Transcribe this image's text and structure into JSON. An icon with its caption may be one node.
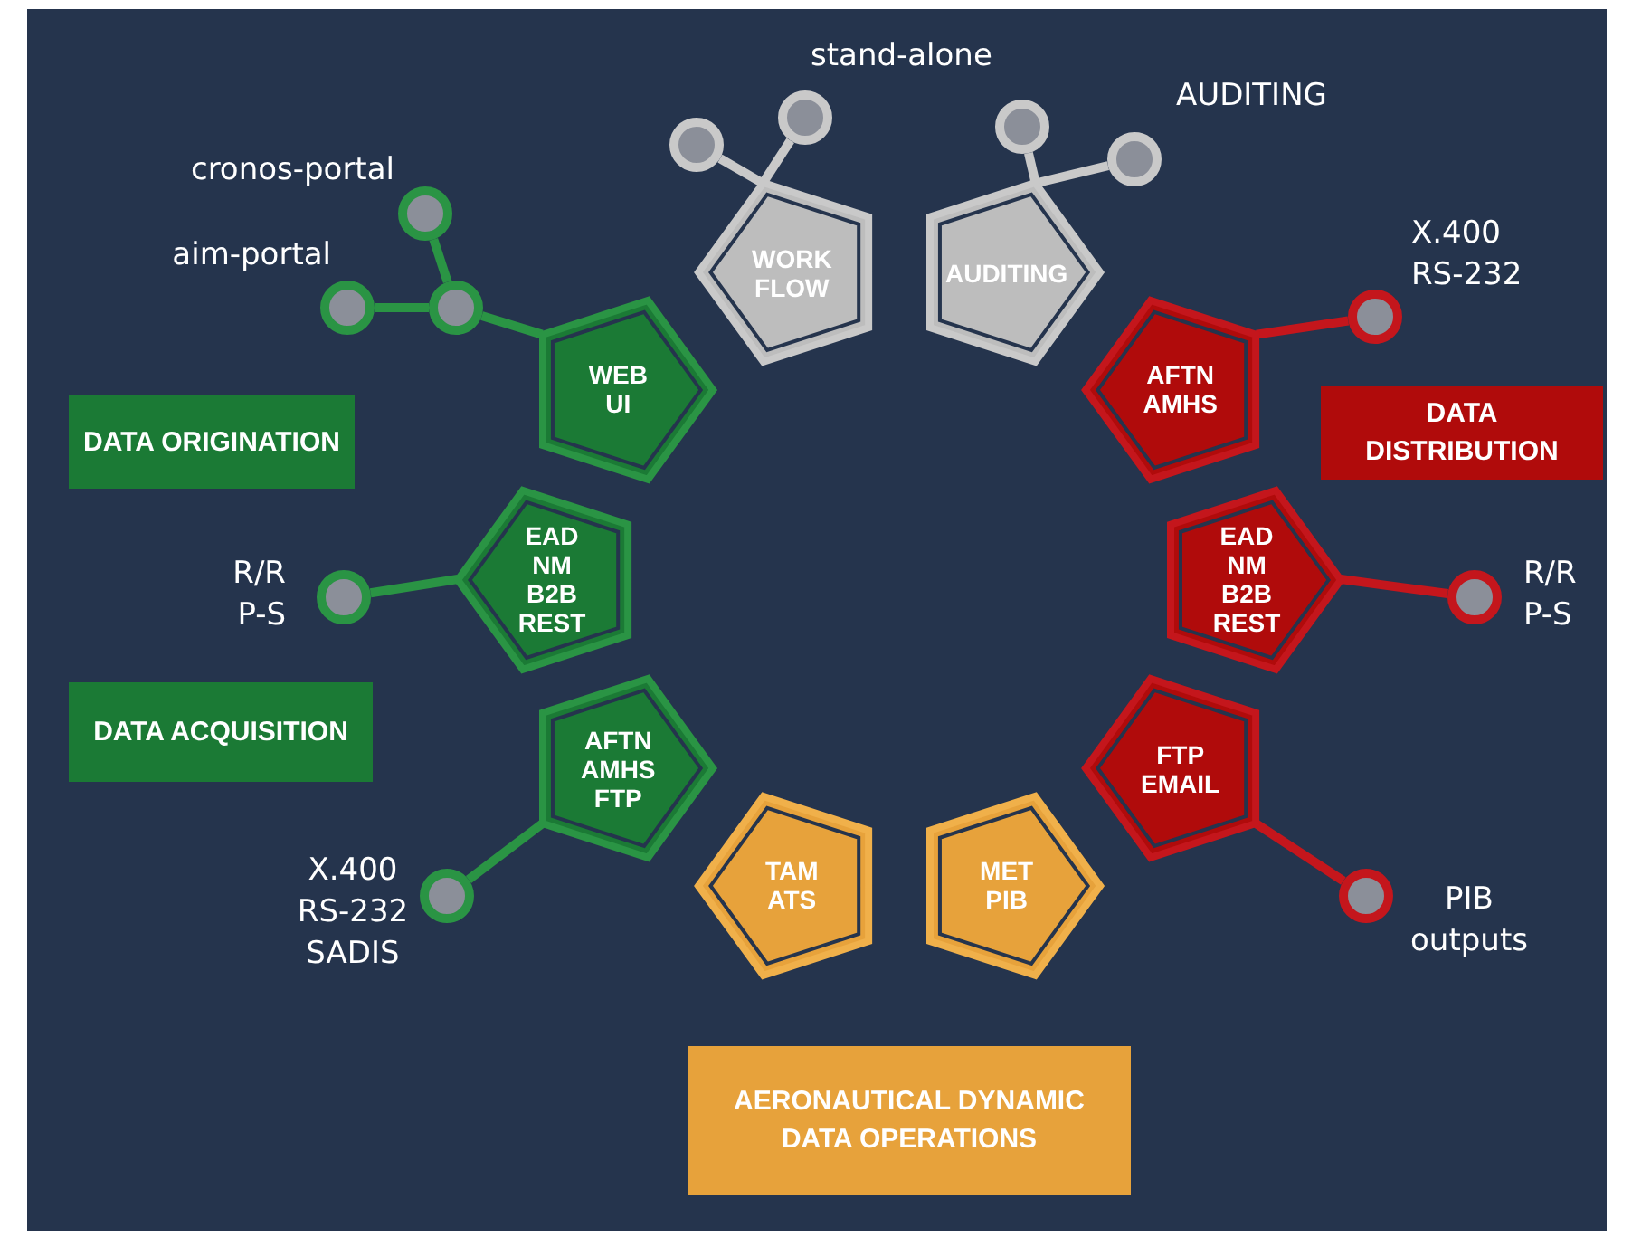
{
  "diagram": {
    "nodes": [
      {
        "text": [],
        "shape": "circle"
      },
      {
        "text": [],
        "shape": "circle"
      },
      {
        "text": [],
        "shape": "circle"
      },
      {
        "text": [],
        "shape": "circle",
        "beside": [
          "AUDITING"
        ]
      },
      {
        "text": [],
        "shape": "circle",
        "beside": [
          "cronos-portal"
        ]
      },
      {
        "text": [],
        "shape": "circle",
        "beside": [
          "aim-portal"
        ]
      },
      {
        "text": [],
        "shape": "circle"
      },
      {
        "text": [
          "WORK FLOW"
        ]
      },
      {
        "text": [
          "AUDITING"
        ]
      },
      {
        "text": [],
        "shape": "circle",
        "beside": [
          "X.400 RS-232"
        ]
      },
      {
        "text": [
          "WEB UI"
        ]
      },
      {
        "text": [
          "AFTN AMHS"
        ]
      },
      {
        "text": [
          "DATA ORIGINATION"
        ]
      },
      {
        "text": [
          "DATA DISTRIBUTION"
        ]
      },
      {
        "text": [],
        "shape": "circle",
        "beside": [
          "R/R P-S"
        ]
      },
      {
        "text": [
          "EAD NM B2B REST"
        ]
      },
      {
        "text": [
          "EAD NM B2B REST"
        ]
      },
      {
        "text": [],
        "shape": "circle",
        "beside": [
          "R/R P-S"
        ]
      },
      {
        "text": [
          "DATA ACQUISITION"
        ]
      },
      {
        "text": [
          "AFTN AMHS FTP"
        ]
      },
      {
        "text": [
          "FTP EMAIL"
        ]
      },
      {
        "text": [],
        "shape": "circle",
        "beside": [
          "X.400 RS-232 SADIS"
        ]
      },
      {
        "text": [
          "TAM ATS"
        ]
      },
      {
        "text": [
          "MET PIB"
        ]
      },
      {
        "text": [],
        "shape": "circle",
        "beside": [
          "PIB outputs"
        ]
      },
      {
        "text": [
          "AERONAUTICAL DYNAMIC DATA OPERATIONS"
        ]
      }
    ],
    "edges": [
      {
        "from": 0,
        "to": 7,
        "arrow": "none",
        "color": "#c9c9c9"
      },
      {
        "from": 1,
        "to": 7,
        "arrow": "none",
        "color": "#c9c9c9"
      },
      {
        "from": 2,
        "to": 8,
        "arrow": "none",
        "color": "#c9c9c9"
      },
      {
        "from": 3,
        "to": 8,
        "arrow": "none",
        "color": "#c9c9c9"
      },
      {
        "from": 4,
        "to": 6,
        "arrow": "none"
      },
      {
        "from": 5,
        "to": 6,
        "arrow": "none"
      },
      {
        "from": 6,
        "to": 10,
        "arrow": "none"
      },
      {
        "from": 9,
        "to": 11,
        "arrow": "none",
        "color": "#c4161c"
      },
      {
        "from": 14,
        "to": 15,
        "arrow": "none"
      },
      {
        "from": 17,
        "to": 16,
        "arrow": "none",
        "color": "#c4161c"
      },
      {
        "from": 21,
        "to": 19,
        "arrow": "none"
      },
      {
        "from": 24,
        "to": 20,
        "arrow": "none",
        "color": "#c4161c"
      }
    ],
    "labels": [
      "stand-alone"
    ]
  }
}
